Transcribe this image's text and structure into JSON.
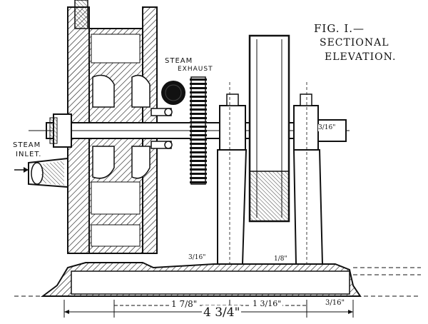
{
  "caption": {
    "fig": "FIG. I.—",
    "line1": "SECTIONAL",
    "line2": "ELEVATION."
  },
  "labels": {
    "steam_exhaust_1": "STEAM",
    "steam_exhaust_2": "EXHAUST",
    "steam_inlet_1": "STEAM",
    "steam_inlet_2": "INLET."
  },
  "dimensions": {
    "overall": "4 3/4\"",
    "left_span": "1 7/8\"",
    "mid_span": "1 3/16\"",
    "right_span": "3/16\"",
    "pedestal_gap": "3/16\"",
    "bearing_gap": "1/8\"",
    "shaft_bore": "3/16\""
  },
  "colors": {
    "ink": "#111111",
    "paper": "#ffffff"
  }
}
